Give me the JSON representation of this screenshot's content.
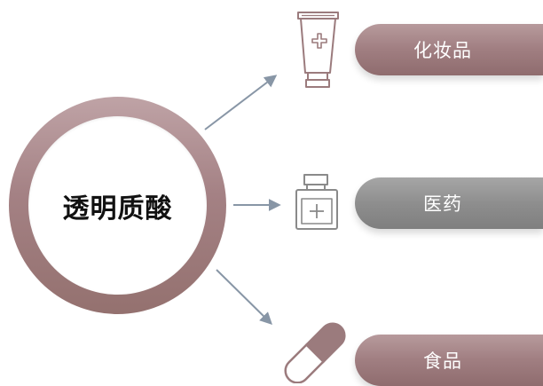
{
  "center": {
    "label": "透明质酸"
  },
  "branches": [
    {
      "key": "cosmetics",
      "label": "化妆品",
      "icon": "tube-icon",
      "style": "rose"
    },
    {
      "key": "medicine",
      "label": "医药",
      "icon": "medicine-bottle-icon",
      "style": "gray"
    },
    {
      "key": "food",
      "label": "食品",
      "icon": "capsule-icon",
      "style": "rose"
    }
  ],
  "colors": {
    "ring": "#a48184",
    "rose": "#a07e81",
    "gray": "#8e8e8e",
    "arrow": "#8896a6",
    "icon_rose": "#9b7b7d",
    "icon_gray": "#8a8a8a",
    "text_dark": "#111111",
    "text_light": "#ffffff"
  }
}
